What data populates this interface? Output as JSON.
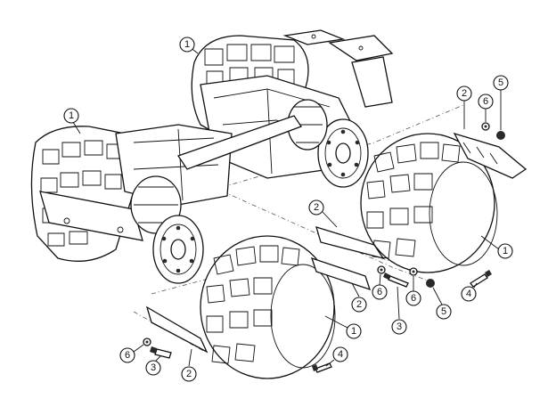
{
  "diagram": {
    "description_labels": [],
    "callouts": [
      {
        "id": "c1a",
        "label": "1"
      },
      {
        "id": "c1b",
        "label": "1"
      },
      {
        "id": "c1c",
        "label": "1"
      },
      {
        "id": "c1d",
        "label": "1"
      },
      {
        "id": "c2a",
        "label": "2"
      },
      {
        "id": "c2b",
        "label": "2"
      },
      {
        "id": "c2c",
        "label": "2"
      },
      {
        "id": "c2d",
        "label": "2"
      },
      {
        "id": "c3a",
        "label": "3"
      },
      {
        "id": "c3b",
        "label": "3"
      },
      {
        "id": "c4a",
        "label": "4"
      },
      {
        "id": "c4b",
        "label": "4"
      },
      {
        "id": "c5a",
        "label": "5"
      },
      {
        "id": "c5b",
        "label": "5"
      },
      {
        "id": "c6a",
        "label": "6"
      },
      {
        "id": "c6b",
        "label": "6"
      },
      {
        "id": "c6c",
        "label": "6"
      }
    ]
  }
}
